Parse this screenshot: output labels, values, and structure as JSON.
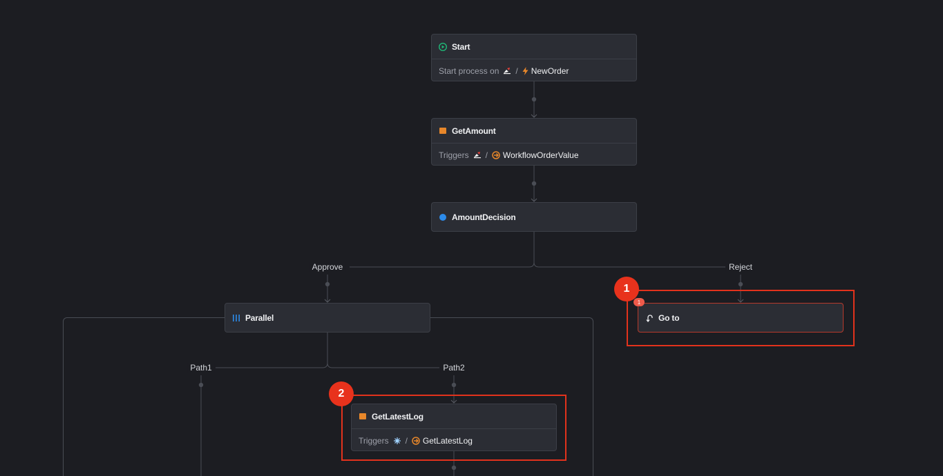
{
  "nodes": {
    "start": {
      "title": "Start",
      "body_prefix": "Start process on",
      "separator": "/",
      "body_value": "NewOrder",
      "icons": [
        "play-icon",
        "service-icon",
        "bolt-icon"
      ]
    },
    "get_amount": {
      "title": "GetAmount",
      "body_prefix": "Triggers",
      "separator": "/",
      "body_value": "WorkflowOrderValue",
      "icons": [
        "task-square-icon",
        "service-icon",
        "workflow-icon"
      ]
    },
    "amount_decision": {
      "title": "AmountDecision",
      "icons": [
        "decision-dot-icon"
      ]
    },
    "parallel": {
      "title": "Parallel",
      "icons": [
        "parallel-bars-icon"
      ]
    },
    "goto": {
      "title": "Go to",
      "error_count": "1",
      "icons": [
        "loop-arrow-icon"
      ]
    },
    "get_latest_log": {
      "title": "GetLatestLog",
      "body_prefix": "Triggers",
      "separator": "/",
      "body_value": "GetLatestLog",
      "icons": [
        "task-square-icon",
        "kubernetes-icon",
        "workflow-icon"
      ]
    }
  },
  "branches": {
    "approve": "Approve",
    "reject": "Reject",
    "path1": "Path1",
    "path2": "Path2"
  },
  "markers": {
    "marker1": "1",
    "marker2": "2"
  },
  "colors": {
    "background": "#1c1d22",
    "node": "#2b2d34",
    "task": "#e8872a",
    "decision": "#2c8bea",
    "start": "#1fb978",
    "highlight": "#e3321c",
    "error": "#ef5a4a"
  }
}
